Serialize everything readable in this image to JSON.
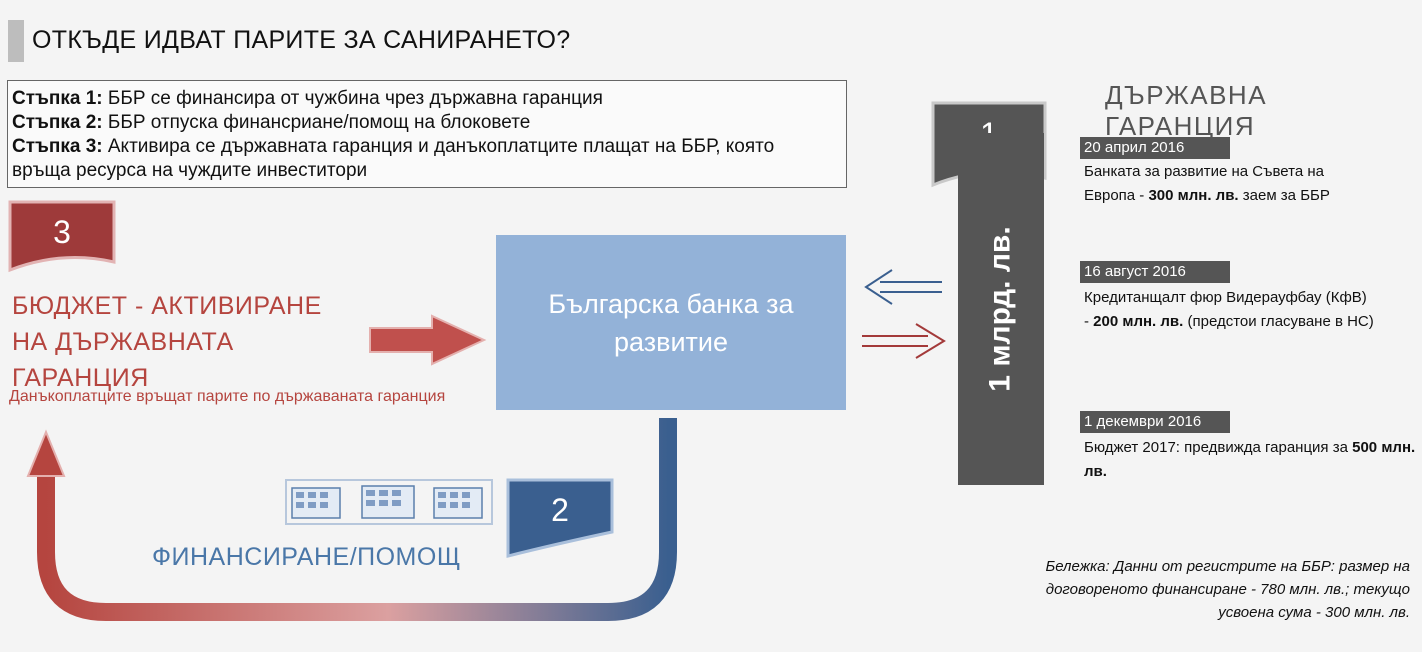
{
  "title": "ОТКЪДЕ ИДВАТ ПАРИТЕ ЗА САНИРАНЕТО?",
  "steps": [
    {
      "label": "Стъпка 1:",
      "text": " ББР се финансира от чужбина чрез държавна гаранция"
    },
    {
      "label": "Стъпка 2:",
      "text": " ББР отпуска финансриане/помощ на блоковете"
    },
    {
      "label": "Стъпка 3:",
      "text": " Активира се държавната гаранция и данъкоплатците плащат на ББР, която връща ресурса на чуждите инвеститори"
    }
  ],
  "flags": {
    "one": "1",
    "two": "2",
    "three": "3"
  },
  "budget": {
    "title": "БЮДЖЕТ - АКТИВИРАНЕ НА ДЪРЖАВНАТА ГАРАНЦИЯ",
    "subtitle": "Данъкоплатците връщат парите по държаваната гаранция"
  },
  "bank": {
    "name": "Българска банка за развитие"
  },
  "funding": {
    "label": "ФИНАНСИРАНЕ/ПОМОЩ"
  },
  "guarantee": {
    "title": "ДЪРЖАВНА ГАРАНЦИЯ",
    "total": "1 млрд. лв.",
    "entries": [
      {
        "date": "20 април 2016",
        "pre": "Банката за развитие на Съвета на Европа - ",
        "bold": "300 млн. лв.",
        "post": " заем за ББР"
      },
      {
        "date": "16 август 2016",
        "pre": "Кредитанщалт фюр Видерауфбау (КфВ) - ",
        "bold": "200 млн. лв.",
        "post": " (предстои гласуване в НС)"
      },
      {
        "date": "1 декември 2016",
        "pre": "Бюджет 2017: предвижда гаранция за ",
        "bold": "500 млн. лв.",
        "post": ""
      }
    ]
  },
  "note": "Бележка: Данни от регистрите на ББР: размер на договореното финансиране - 780 млн. лв.; текущо усвоена сума - 300 млн. лв.",
  "colors": {
    "red": "#b5453f",
    "blue": "#3a5f8f",
    "bank": "#93b2d8",
    "gray": "#555555"
  }
}
